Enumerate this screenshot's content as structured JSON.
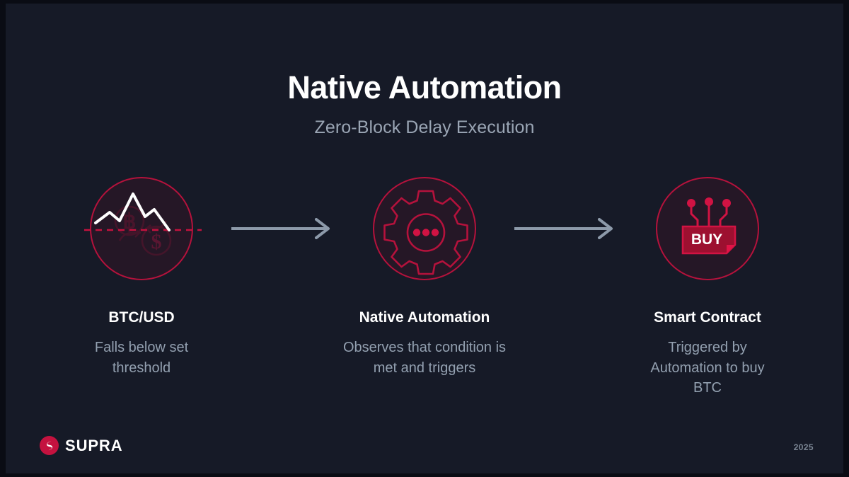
{
  "slide": {
    "background_color": "#161a27",
    "outer_color": "#0a0c14",
    "accent_color": "#c4123f",
    "title": "Native Automation",
    "subtitle": "Zero-Block Delay Execution"
  },
  "flow": {
    "stages": [
      {
        "icon": "price-chart-falling-icon",
        "title": "BTC/USD",
        "desc": "Falls below set threshold"
      },
      {
        "icon": "gear-icon",
        "title": "Native Automation",
        "desc": "Observes that condition is met and triggers"
      },
      {
        "icon": "smart-contract-buy-icon",
        "title": "Smart Contract",
        "desc": "Triggered by Automation to buy BTC"
      }
    ],
    "arrows": [
      {
        "name": "arrow-right-icon",
        "color": "#8d9aaa"
      },
      {
        "name": "arrow-right-icon",
        "color": "#8d9aaa"
      }
    ],
    "icon_labels": {
      "buy_card": "BUY"
    }
  },
  "footer": {
    "logo_text": "SUPRA",
    "logo_mark": "supra-flame-icon",
    "year": "2025"
  }
}
